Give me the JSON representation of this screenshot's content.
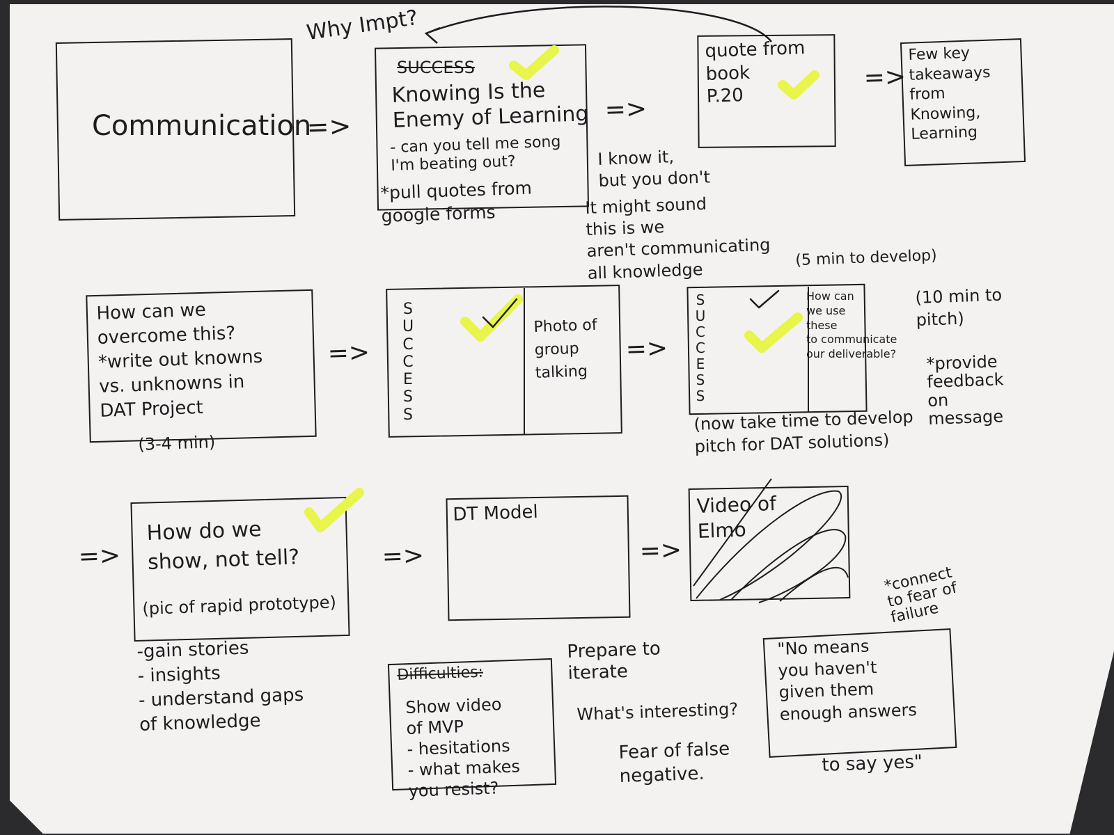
{
  "colors": {
    "paper": "#f3f2f0",
    "ink": "#1d1d1f",
    "highlight": "#e8f54a",
    "background": "#2b2b2d"
  },
  "row1": {
    "communication": "Communication",
    "why_impt": "Why Impt?",
    "success_label": "SUCCESS",
    "knowing_title": "Knowing Is the\nEnemy of Learning",
    "knowing_note": "- can you tell me song\n  I'm beating out?",
    "pull_quotes": "*pull quotes from\ngoogle forms",
    "quote_box": "quote from\nbook\nP.20",
    "takeaways_box": "Few key\ntakeaways\nfrom\nKnowing,\nLearning",
    "i_know_it": "I know it,\nbut you don't",
    "might_sound": "It might sound\nthis is we\naren't communicating\nall knowledge"
  },
  "row2": {
    "overcome_box": "How can we\novercome this?\n*write out knowns\nvs. unknowns in\n        DAT Project",
    "overcome_time": "(3-4 min)",
    "success_vertical": "SUCCESS",
    "photo_group": "Photo of\ngroup\ntalking",
    "develop_time": "(5 min to develop)",
    "how_can_use": "How can\nwe use\nthese\nto communicate\nour deliverable?",
    "pitch_time": "(10 min to\n      pitch)",
    "provide_feedback": "*provide\n   feedback\n      on\n   message",
    "now_take_time": "(now take time to develop\n   pitch for DAT solutions)"
  },
  "row3": {
    "show_not_tell": "How do we\nshow, not tell?",
    "pic_rapid": "(pic of rapid prototype)",
    "gain_list": "-gain stories\n- insights\n- understand gaps\n  of knowledge",
    "dt_model": "DT Model",
    "video_elmo": "Video of\nElmo",
    "difficulties_label": "Difficulties:",
    "show_video_mvp": "Show video\nof MVP\n  - hesitations\n  - what makes\n    you resist?",
    "prepare_iterate": "Prepare to\n  iterate",
    "whats_interesting": "What's interesting?",
    "fear_false": "Fear of false\n     negative.",
    "connect_fear": "*connect\n to fear of\n    failure",
    "no_means_quote": "\"No means\nyou haven't\ngiven them\nenough answers",
    "to_say_yes": "to say yes\""
  },
  "arrow_glyph": "=>"
}
